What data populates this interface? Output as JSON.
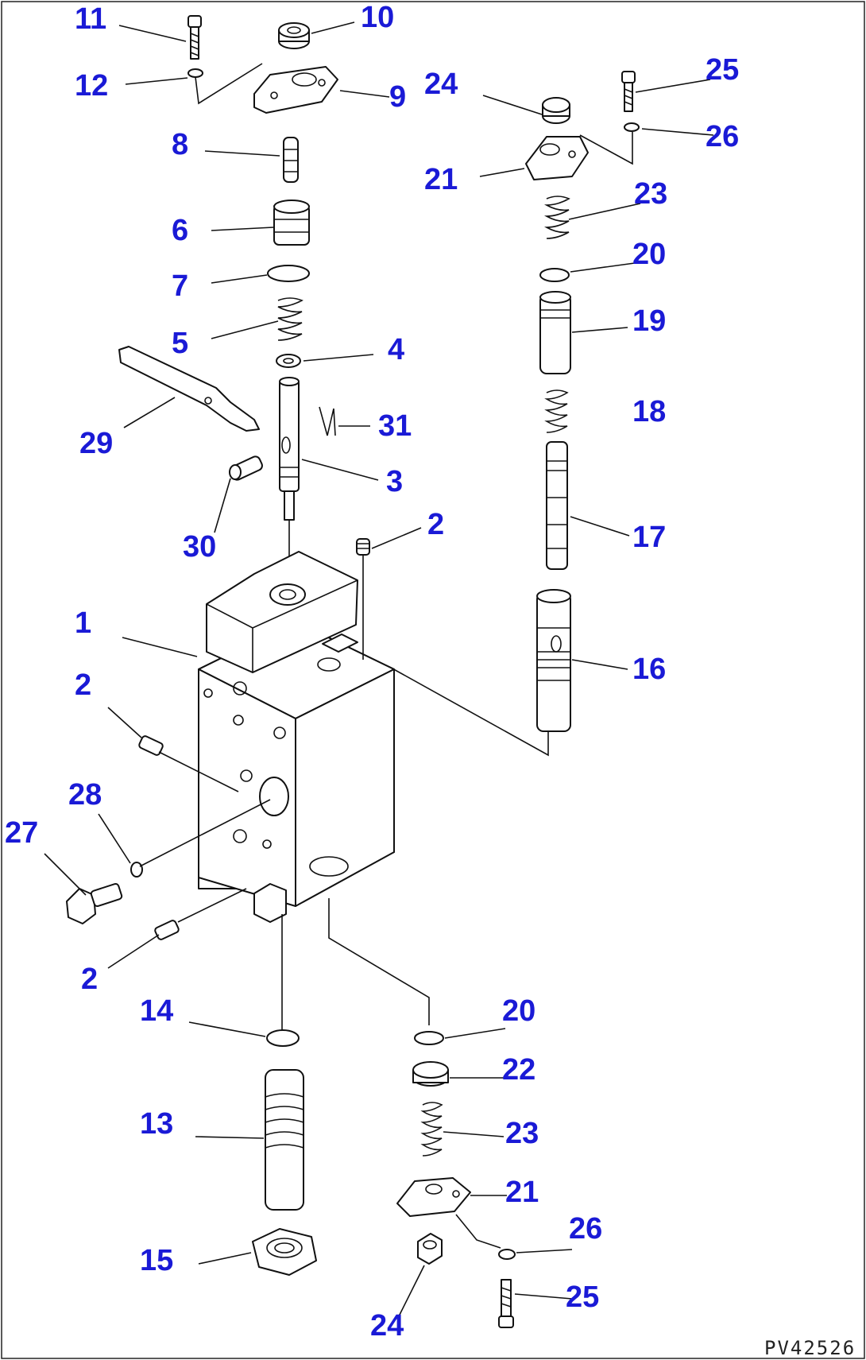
{
  "drawing_ref": "PV42526",
  "callouts": [
    {
      "id": "c11",
      "label": "11"
    },
    {
      "id": "c10",
      "label": "10"
    },
    {
      "id": "c12",
      "label": "12"
    },
    {
      "id": "c9",
      "label": "9"
    },
    {
      "id": "c8",
      "label": "8"
    },
    {
      "id": "c6",
      "label": "6"
    },
    {
      "id": "c7",
      "label": "7"
    },
    {
      "id": "c5",
      "label": "5"
    },
    {
      "id": "c4",
      "label": "4"
    },
    {
      "id": "c29",
      "label": "29"
    },
    {
      "id": "c31",
      "label": "31"
    },
    {
      "id": "c3",
      "label": "3"
    },
    {
      "id": "c30",
      "label": "30"
    },
    {
      "id": "c2a",
      "label": "2"
    },
    {
      "id": "c1",
      "label": "1"
    },
    {
      "id": "c2b",
      "label": "2"
    },
    {
      "id": "c28",
      "label": "28"
    },
    {
      "id": "c27",
      "label": "27"
    },
    {
      "id": "c2c",
      "label": "2"
    },
    {
      "id": "c14",
      "label": "14"
    },
    {
      "id": "c13",
      "label": "13"
    },
    {
      "id": "c15",
      "label": "15"
    },
    {
      "id": "c25a",
      "label": "25"
    },
    {
      "id": "c24a",
      "label": "24"
    },
    {
      "id": "c26a",
      "label": "26"
    },
    {
      "id": "c21a",
      "label": "21"
    },
    {
      "id": "c23a",
      "label": "23"
    },
    {
      "id": "c20a",
      "label": "20"
    },
    {
      "id": "c19",
      "label": "19"
    },
    {
      "id": "c18",
      "label": "18"
    },
    {
      "id": "c17",
      "label": "17"
    },
    {
      "id": "c16",
      "label": "16"
    },
    {
      "id": "c20b",
      "label": "20"
    },
    {
      "id": "c22",
      "label": "22"
    },
    {
      "id": "c23b",
      "label": "23"
    },
    {
      "id": "c21b",
      "label": "21"
    },
    {
      "id": "c26b",
      "label": "26"
    },
    {
      "id": "c25b",
      "label": "25"
    },
    {
      "id": "c24b",
      "label": "24"
    }
  ]
}
